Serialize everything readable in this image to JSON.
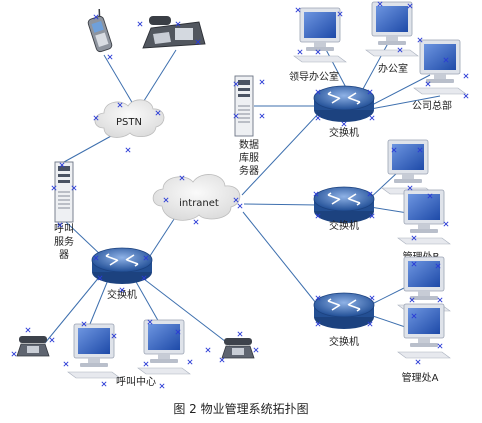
{
  "labels": {
    "pstn": "PSTN",
    "intranet": "intranet",
    "call_server": [
      "呼叫",
      "服务",
      "器"
    ],
    "db_server": [
      "数据",
      "库服",
      "务器"
    ],
    "switch_label": "交换机",
    "leader_office": "领导办公室",
    "office": "办公室",
    "company_hq": "公司总部",
    "branch_b": "管理处B",
    "branch_a": "管理处A",
    "call_center": "呼叫中心"
  },
  "caption": "图 2  物业管理系统拓扑图",
  "colors": {
    "link": "#3d6fae",
    "switch_body": "#2d5fa3",
    "cloud": "#ececec",
    "marker": "#2a3bd6",
    "monitor_frame": "#d9dde6",
    "screen": "#3a67c8"
  }
}
